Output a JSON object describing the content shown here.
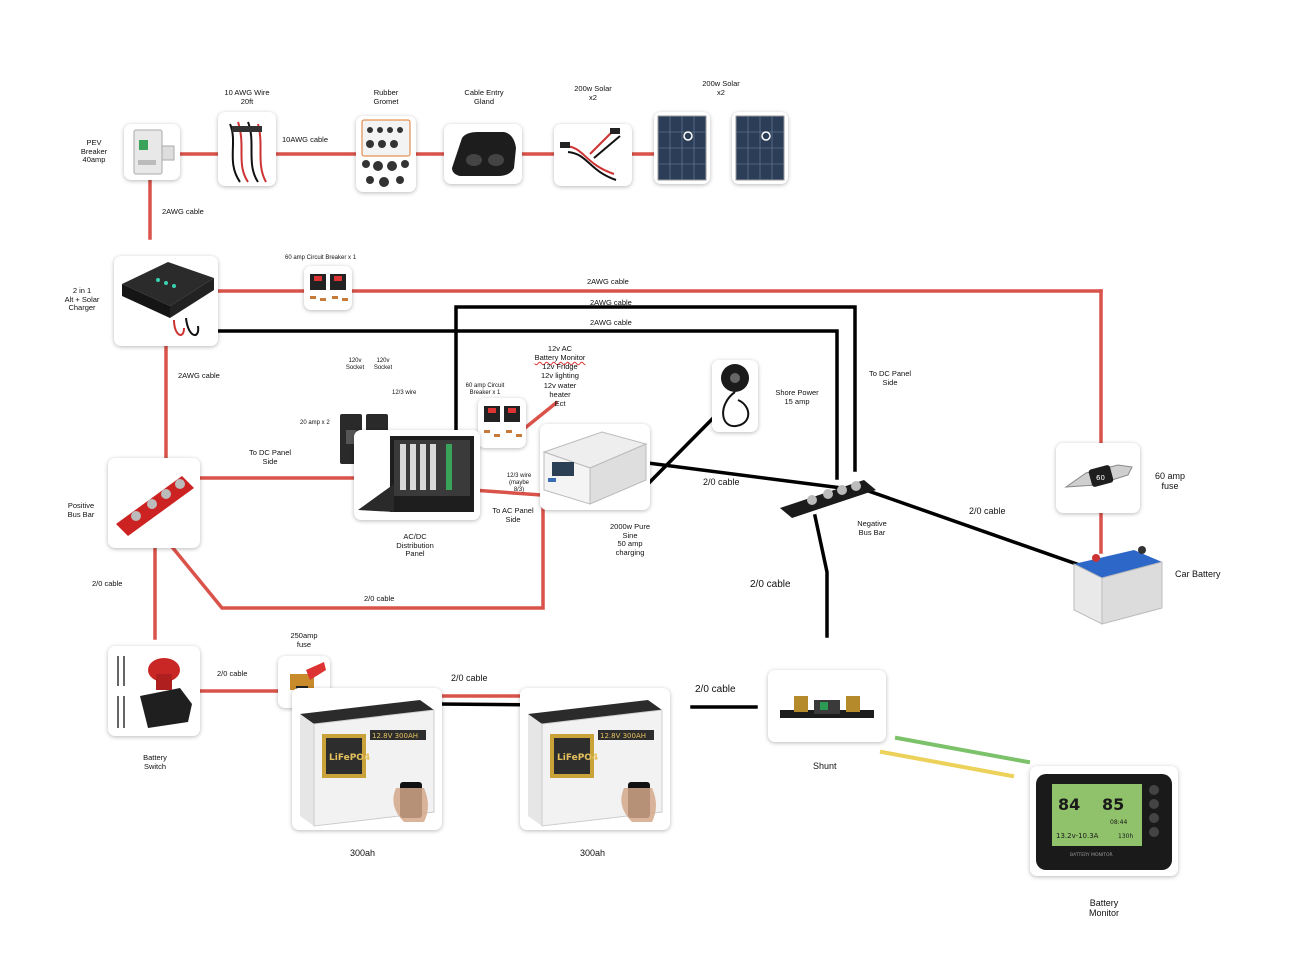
{
  "components": {
    "pev_breaker": [
      "PEV",
      "Breaker",
      "40amp"
    ],
    "awg10_wire": [
      "10 AWG Wire",
      "20ft"
    ],
    "rubber_gromet": [
      "Rubber",
      "Gromet"
    ],
    "cable_entry_gland": [
      "Cable Entry",
      "Gland"
    ],
    "solar_x2_a": [
      "200w Solar",
      "x2"
    ],
    "solar_x2_b": [
      "200w Solar",
      "x2"
    ],
    "charger": [
      "2 in 1",
      "Alt + Solar",
      "Charger"
    ],
    "breaker_60_top": "60 amp Circuit Breaker x 1",
    "breaker_60_mid": [
      "60 amp Circuit",
      "Breaker x 1"
    ],
    "socket_a": [
      "120v",
      "Socket"
    ],
    "socket_b": [
      "120v",
      "Socket"
    ],
    "wire_12_3": "12/3 wire",
    "amp20_x2": "20 amp x 2",
    "ac_list": [
      "12v AC",
      "Battery Monitor",
      "12v Fridge",
      "12v lighting",
      "12v water",
      "heater",
      "Ect"
    ],
    "shore_power": [
      "Shore Power",
      "15 amp"
    ],
    "to_dc_panel_right": [
      "To DC Panel",
      "Side"
    ],
    "to_dc_panel_left": [
      "To DC Panel",
      "Side"
    ],
    "positive_bus": [
      "Positive",
      "Bus Bar"
    ],
    "distribution_panel": [
      "AC/DC",
      "Distribution",
      "Panel"
    ],
    "wire_12_3_maybe": [
      "12/3 wire",
      "(maybe",
      "8/3)"
    ],
    "to_ac_panel": [
      "To AC Panel",
      "Side"
    ],
    "inverter": [
      "2000w Pure",
      "Sine",
      "50 amp",
      "charging"
    ],
    "negative_bus": [
      "Negative",
      "Bus Bar"
    ],
    "fuse_60": [
      "60 amp",
      "fuse"
    ],
    "car_battery": "Car Battery",
    "fuse_250": [
      "250amp",
      "fuse"
    ],
    "battery_switch": [
      "Battery",
      "Switch"
    ],
    "battery_1": "300ah",
    "battery_2": "300ah",
    "shunt": "Shunt",
    "battery_monitor": [
      "Battery",
      "Monitor"
    ]
  },
  "cables": {
    "c_10awg": "10AWG cable",
    "c_2awg_vertical": "2AWG cable",
    "c_2awg_top": "2AWG cable",
    "c_2awg_mid": "2AWG cable",
    "c_2awg_low": "2AWG cable",
    "c_2awg_charger_down": "2AWG cable",
    "c_20_left": "2/0 cable",
    "c_20_bottom_loop": "2/0 cable",
    "c_20_inverter": "2/0 cable",
    "c_20_car": "2/0 cable",
    "c_20_neg_down": "2/0 cable",
    "c_20_switch": "2/0 cable",
    "c_20_batteries": "2/0 cable",
    "c_20_shunt": "2/0 cable"
  },
  "product_text": {
    "battery_label": "12.8V 300AH",
    "battery_brand": "LiFePO4",
    "monitor_soc": "84",
    "monitor_big": "85",
    "monitor_bottom": "13.2v-10.3A",
    "monitor_time": "08:44",
    "monitor_cap": "130h",
    "monitor_title": "BATTERY MONITOR",
    "fuse_rating": "60"
  },
  "colors": {
    "positive_wire": "#d9534a",
    "negative_wire": "#000000",
    "signal_green": "#7cc26b",
    "signal_yellow": "#ecd15a"
  }
}
